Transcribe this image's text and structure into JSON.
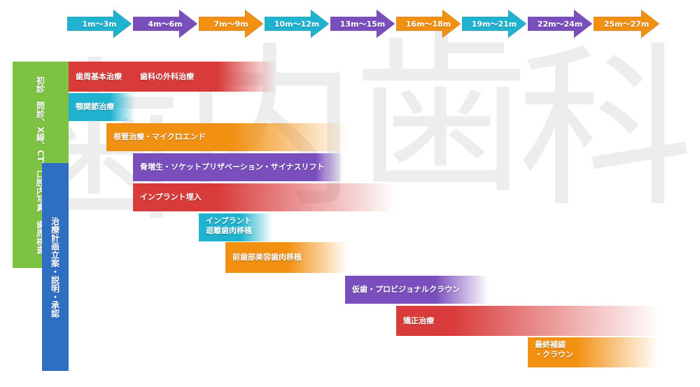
{
  "timeline": [
    {
      "label": "1m～3m",
      "color": "#1fb3d0"
    },
    {
      "label": "4m～6m",
      "color": "#7a4fbd"
    },
    {
      "label": "7m～9m",
      "color": "#f29012"
    },
    {
      "label": "10m～12m",
      "color": "#1fb3d0"
    },
    {
      "label": "13m～15m",
      "color": "#7a4fbd"
    },
    {
      "label": "16m～18m",
      "color": "#f29012"
    },
    {
      "label": "19m～21m",
      "color": "#1fb3d0"
    },
    {
      "label": "22m～24m",
      "color": "#7a4fbd"
    },
    {
      "label": "25m～27m",
      "color": "#f29012"
    }
  ],
  "phases": {
    "initial": {
      "label": "初診　問診、X線、CT、口腔内写真、歯周検査",
      "color": "#7dc242"
    },
    "planning": {
      "label": "治療計画立案・説明・承認",
      "color": "#2e6fc4"
    }
  },
  "treatments": [
    {
      "label": "歯周基本治療",
      "color": "#d93a3a"
    },
    {
      "label": "歯科の外科治療",
      "color": "#d93a3a"
    },
    {
      "label": "顎関節治療",
      "color": "#1fb3d0"
    },
    {
      "label": "根管治療・マイクロエンド",
      "color": "#f29012"
    },
    {
      "label": "骨増生・ソケットプリザベーション・サイナスリフト",
      "color": "#7a4fbd"
    },
    {
      "label": "インプラント埋入",
      "color": "#d93a3a"
    },
    {
      "label": "インプラント\n遊離歯肉移植",
      "color": "#1fb3d0"
    },
    {
      "label": "前歯部美容歯肉移植",
      "color": "#f29012"
    },
    {
      "label": "仮歯・プロビジョナルクラウン",
      "color": "#7a4fbd"
    },
    {
      "label": "矯正治療",
      "color": "#d93a3a"
    },
    {
      "label": "最終補綴\n・クラウン",
      "color": "#f29012"
    }
  ],
  "watermark": [
    "歯",
    "内",
    "歯",
    "科"
  ]
}
